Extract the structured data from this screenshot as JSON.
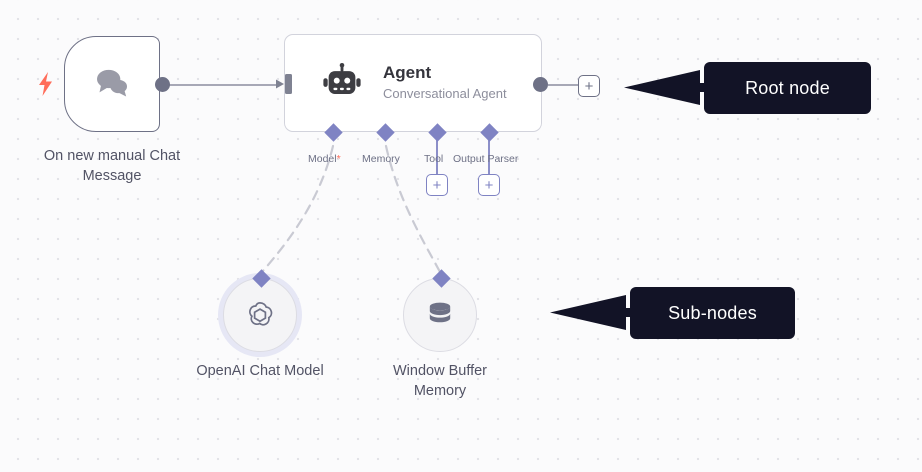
{
  "canvas": {
    "background_color": "#fbfbfc",
    "grid_dot_color": "#e3e3e8"
  },
  "nodes": {
    "trigger": {
      "caption": "On new manual Chat Message",
      "icon": "chat-bubbles-icon",
      "badge_icon": "lightning-bolt-icon",
      "badge_color": "#ff6d5a",
      "border_color": "#6e7186"
    },
    "agent": {
      "title": "Agent",
      "subtitle": "Conversational Agent",
      "icon": "robot-icon",
      "border_color": "#d2d3dc",
      "output_plus_label": "+",
      "ports": [
        {
          "label": "Model",
          "required": true,
          "required_marker": "*",
          "has_plus": false,
          "connected_to": "OpenAI Chat Model"
        },
        {
          "label": "Memory",
          "required": false,
          "required_marker": "",
          "has_plus": false,
          "connected_to": "Window Buffer Memory"
        },
        {
          "label": "Tool",
          "required": false,
          "required_marker": "",
          "has_plus": true,
          "plus_label": "+",
          "connected_to": ""
        },
        {
          "label": "Output Parser",
          "required": false,
          "required_marker": "",
          "has_plus": true,
          "plus_label": "+",
          "connected_to": ""
        }
      ]
    },
    "subnodes": [
      {
        "caption": "OpenAI Chat Model",
        "icon": "openai-logo-icon",
        "highlighted": true
      },
      {
        "caption": "Window Buffer Memory",
        "icon": "database-stack-icon",
        "highlighted": false
      }
    ]
  },
  "annotations": [
    {
      "label": "Root node",
      "background": "#121326",
      "text_color": "#ffffff",
      "arrow_direction": "left"
    },
    {
      "label": "Sub-nodes",
      "background": "#121326",
      "text_color": "#ffffff",
      "arrow_direction": "left"
    }
  ],
  "colors": {
    "port_diamond": "#7f83c3",
    "connector_gray": "#6e7186",
    "required_star": "#ff6d5a"
  }
}
